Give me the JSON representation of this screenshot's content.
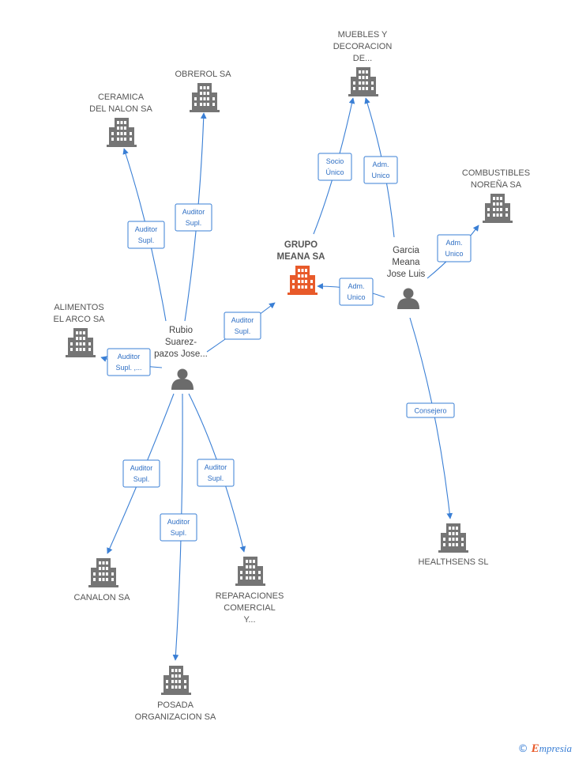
{
  "nodes": {
    "muebles": [
      "MUEBLES Y",
      "DECORACION",
      "DE..."
    ],
    "obrerol": [
      "OBREROL SA"
    ],
    "ceramica": [
      "CERAMICA",
      "DEL NALON SA"
    ],
    "combustibles": [
      "COMBUSTIBLES",
      "NOREÑA SA"
    ],
    "grupo": [
      "GRUPO",
      "MEANA SA"
    ],
    "garcia": [
      "Garcia",
      "Meana",
      "Jose Luis"
    ],
    "alimentos": [
      "ALIMENTOS",
      "EL ARCO SA"
    ],
    "rubio": [
      "Rubio",
      "Suarez-",
      "pazos Jose..."
    ],
    "healthsens": [
      "HEALTHSENS SL"
    ],
    "canalon": [
      "CANALON SA"
    ],
    "reparaciones": [
      "REPARACIONES",
      "COMERCIAL",
      "Y..."
    ],
    "posada": [
      "POSADA",
      "ORGANIZACION SA"
    ]
  },
  "edges": {
    "socio_unico": [
      "Socio",
      "Único"
    ],
    "adm_unico_muebles": [
      "Adm.",
      "Unico"
    ],
    "adm_unico_comb": [
      "Adm.",
      "Unico"
    ],
    "adm_unico_grupo": [
      "Adm.",
      "Unico"
    ],
    "consejero": [
      "Consejero"
    ],
    "auditor_ceramica": [
      "Auditor",
      "Supl."
    ],
    "auditor_obrerol": [
      "Auditor",
      "Supl."
    ],
    "auditor_grupo": [
      "Auditor",
      "Supl."
    ],
    "auditor_alimentos": [
      "Auditor",
      "Supl. ,..."
    ],
    "auditor_canalon": [
      "Auditor",
      "Supl."
    ],
    "auditor_posada": [
      "Auditor",
      "Supl."
    ],
    "auditor_reparaciones": [
      "Auditor",
      "Supl."
    ]
  },
  "colors": {
    "edge": "#3a7fd5",
    "company": "#757575",
    "main_company": "#e85a2a",
    "person": "#6b6b6b"
  },
  "icons": {
    "company": "building-icon",
    "person": "person-icon"
  },
  "brand": {
    "symbol": "©",
    "initial": "E",
    "rest": "mpresia"
  }
}
